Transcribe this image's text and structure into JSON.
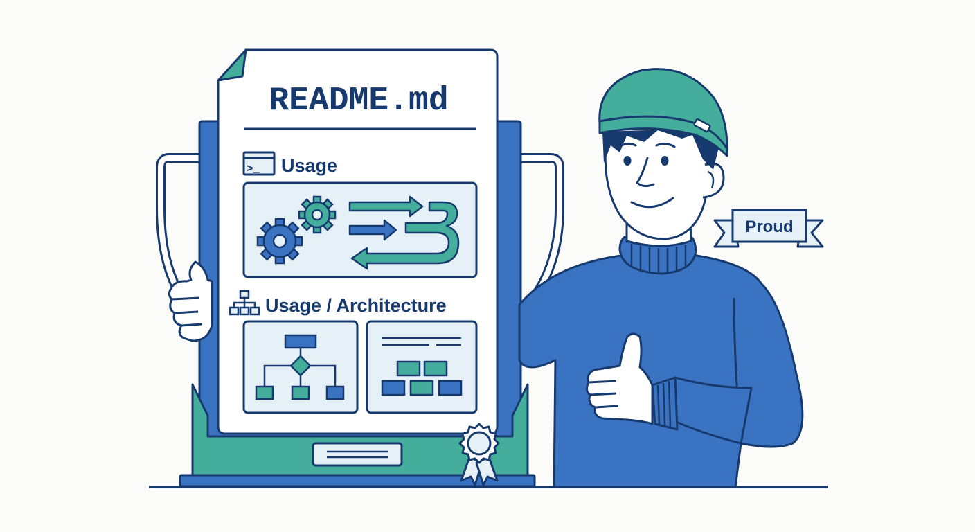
{
  "document": {
    "title": "README.md",
    "section_usage": "Usage",
    "section_architecture": "Usage / Architecture",
    "terminal_prompt": ">_"
  },
  "badge": {
    "label": "Proud"
  },
  "colors": {
    "outline": "#173a6e",
    "blue": "#3a73c2",
    "teal": "#44ad9c",
    "panel": "#e6f0f7",
    "paper": "#ffffff",
    "skin": "#ffffff"
  },
  "icons": [
    "terminal-icon",
    "sitemap-icon",
    "gear-icon",
    "arrows-icon",
    "flowchart-icon",
    "blocks-icon",
    "ribbon-award-icon",
    "thumbs-up-icon"
  ]
}
